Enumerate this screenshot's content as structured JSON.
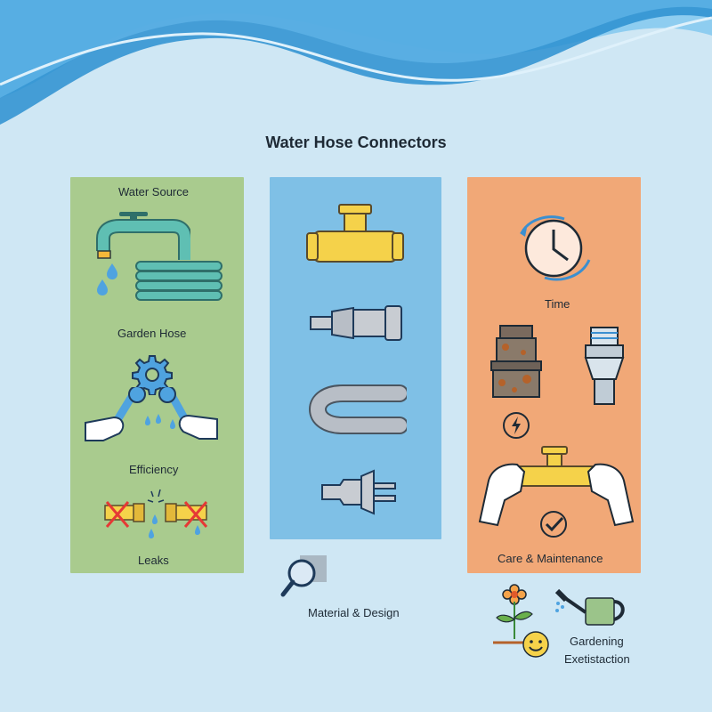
{
  "title": "Water Hose Connectors",
  "left_panel": {
    "water_source": "Water Source",
    "garden_hose": "Garden Hose",
    "efficiency": "Efficiency",
    "leaks": "Leaks"
  },
  "middle_panel": {
    "material_design": "Material & Design"
  },
  "right_panel": {
    "time": "Time",
    "care_maintenance": "Care & Maintenance"
  },
  "bottom": {
    "gardening_line1": "Gardening",
    "gardening_line2": "Exetistaction"
  },
  "colors": {
    "background": "#cfe7f4",
    "wave_dark": "#2b8fd0",
    "wave_light": "#8ecdf0",
    "panel_green": "#a9cb8e",
    "panel_blue": "#7fc0e6",
    "panel_orange": "#f1a877",
    "brass_yellow": "#f5d24a",
    "teal": "#5fbfb3"
  },
  "icons": [
    "faucet-icon",
    "hose-coil-icon",
    "water-drops-icon",
    "gear-icon",
    "wrench-hands-icon",
    "broken-pipe-leak-icon",
    "tee-connector-icon",
    "quick-connector-icon",
    "clamp-connector-icon",
    "plug-connector-icon",
    "magnifier-icon",
    "clock-icon",
    "rusty-connector-icon",
    "chrome-connector-icon",
    "lightning-icon",
    "hands-pipe-icon",
    "checkmark-icon",
    "flower-icon",
    "smiley-icon",
    "watering-can-icon"
  ]
}
